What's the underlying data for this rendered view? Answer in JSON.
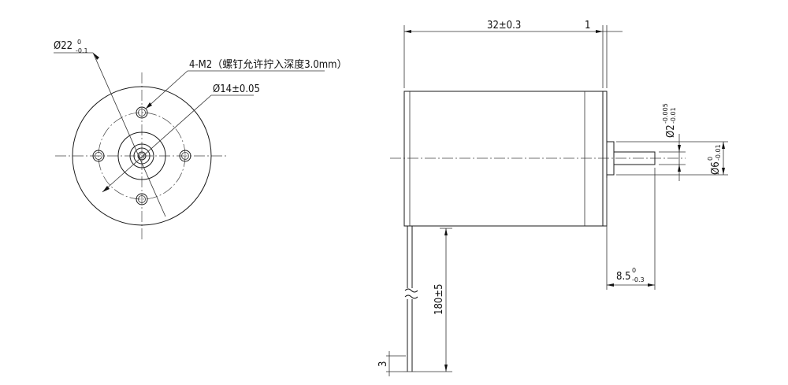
{
  "front_view": {
    "outer_diameter": "Ø22",
    "outer_tol_upper": "0",
    "outer_tol_lower": "-0.1",
    "screw_note": "4-M2（螺钉允许拧入深度3.0mm）",
    "boss_diameter": "Ø14±0.05"
  },
  "side_view": {
    "body_length": "32±0.3",
    "flange_thickness": "1",
    "shaft_dia": "Ø2",
    "shaft_dia_tol_upper": "-0.005",
    "shaft_dia_tol_lower": "-0.01",
    "boss_dia": "Ø6",
    "boss_dia_tol_upper": "0",
    "boss_dia_tol_lower": "-0.01",
    "shaft_length": "8.5",
    "shaft_length_tol_upper": "0",
    "shaft_length_tol_lower": "-0.3",
    "lead_length": "180±5",
    "lead_strip": "3"
  }
}
